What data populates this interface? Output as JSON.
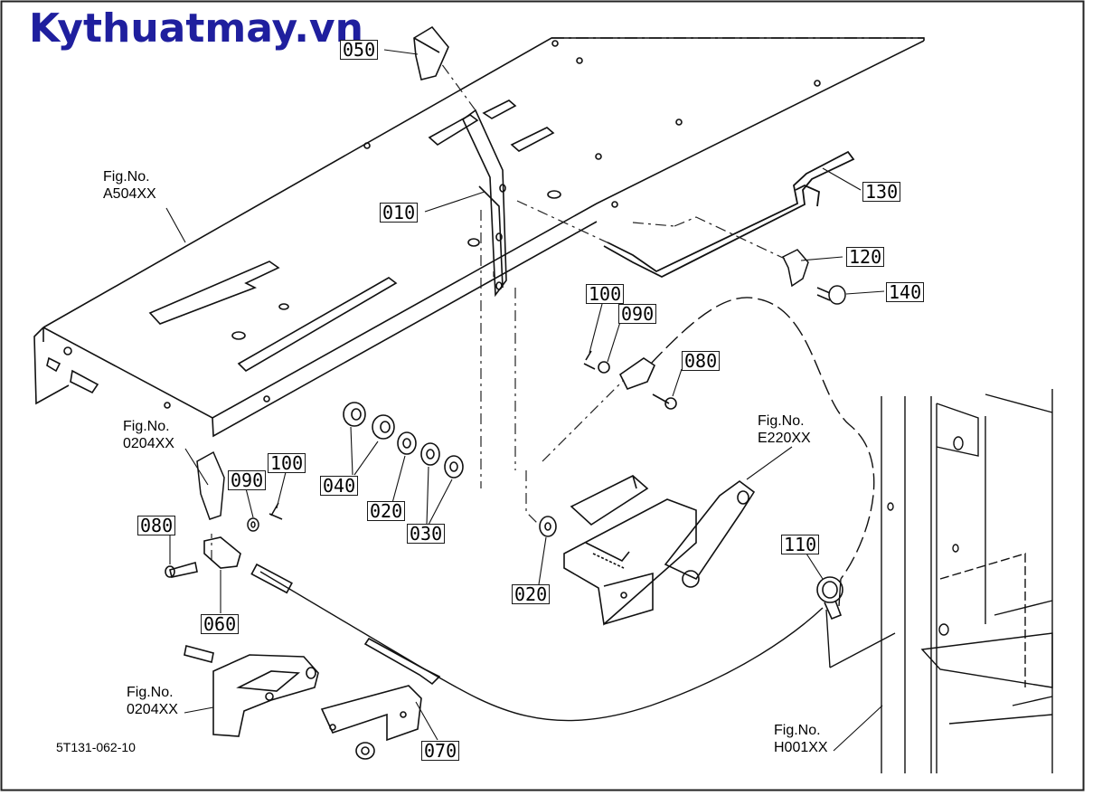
{
  "brand": "Kythuatmay.vn",
  "drawing_code": "5T131-062-10",
  "callouts": {
    "p050": "050",
    "p010": "010",
    "p130": "130",
    "p120": "120",
    "p140": "140",
    "p100a": "100",
    "p090a": "090",
    "p080a": "080",
    "p040": "040",
    "p020a": "020",
    "p030": "030",
    "p020b": "020",
    "p090b": "090",
    "p100b": "100",
    "p080b": "080",
    "p060": "060",
    "p110": "110",
    "p070": "070"
  },
  "figrefs": {
    "a504": {
      "l1": "Fig.No.",
      "l2": "A504XX"
    },
    "r0204a": {
      "l1": "Fig.No.",
      "l2": "0204XX"
    },
    "e220": {
      "l1": "Fig.No.",
      "l2": "E220XX"
    },
    "r0204b": {
      "l1": "Fig.No.",
      "l2": "0204XX"
    },
    "h001": {
      "l1": "Fig.No.",
      "l2": "H001XX"
    }
  }
}
